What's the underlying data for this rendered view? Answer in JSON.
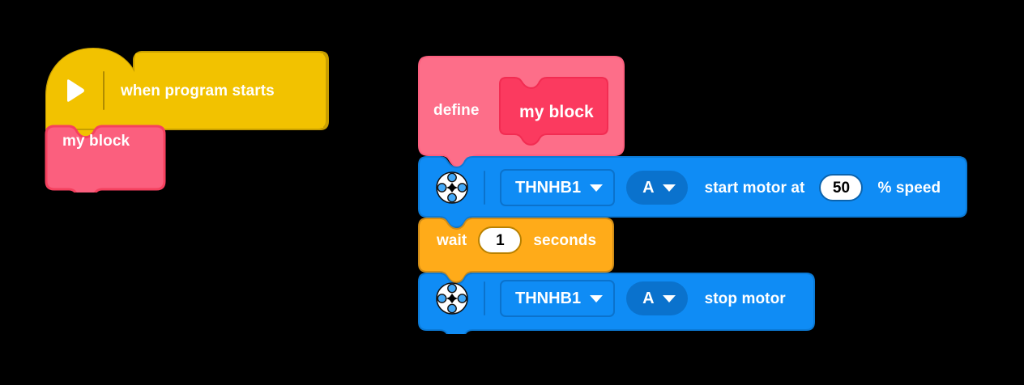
{
  "app": {
    "name": "block-programming-canvas",
    "background": "#000000"
  },
  "palette": {
    "events_yellow": "#f2c200",
    "events_yellow_border": "#c79e00",
    "myblocks_pink": "#fb5f7e",
    "myblocks_pink_border": "#f5415f",
    "myblocks_pink_define": "#fd6e89",
    "myblocks_pink_inner": "#fb3a5f",
    "motor_blue": "#0f8cf5",
    "motor_blue_dark": "#0a72cd",
    "motor_blue_border": "#0b72cc",
    "control_amber": "#ffab19",
    "control_amber_border": "#cf8b17",
    "text_white": "#ffffff",
    "text_black": "#000000"
  },
  "scripts": [
    {
      "id": "main-script",
      "name": "when-program-starts-stack",
      "blocks": [
        {
          "type": "hat",
          "name": "when-program-starts-block",
          "category": "events",
          "icon": "play-icon",
          "label": "when program starts"
        },
        {
          "type": "call",
          "name": "my-block-call",
          "category": "my-blocks",
          "label": "my block"
        }
      ]
    },
    {
      "id": "definition-script",
      "name": "define-my-block-stack",
      "blocks": [
        {
          "type": "define",
          "name": "define-block",
          "category": "my-blocks",
          "label": "define",
          "prototype_label": "my block"
        },
        {
          "type": "stack",
          "name": "start-motor-block",
          "category": "motor",
          "icon": "hub-icon",
          "fields": [
            {
              "kind": "dropdown-rect",
              "name": "hub-selector",
              "value": "THNHB1",
              "caret": "caret-down-icon"
            },
            {
              "kind": "dropdown-oval",
              "name": "port-selector",
              "value": "A",
              "caret": "caret-down-icon"
            }
          ],
          "text_before_input": "start motor at",
          "input": {
            "name": "speed-input",
            "value": "50"
          },
          "text_after_input": "% speed"
        },
        {
          "type": "stack",
          "name": "wait-block",
          "category": "control",
          "text_before_input": "wait",
          "input": {
            "name": "duration-input",
            "value": "1"
          },
          "text_after_input": "seconds"
        },
        {
          "type": "stack",
          "name": "stop-motor-block",
          "category": "motor",
          "icon": "hub-icon",
          "fields": [
            {
              "kind": "dropdown-rect",
              "name": "hub-selector",
              "value": "THNHB1",
              "caret": "caret-down-icon"
            },
            {
              "kind": "dropdown-oval",
              "name": "port-selector",
              "value": "A",
              "caret": "caret-down-icon"
            }
          ],
          "text_before_input": "stop motor"
        }
      ]
    }
  ]
}
